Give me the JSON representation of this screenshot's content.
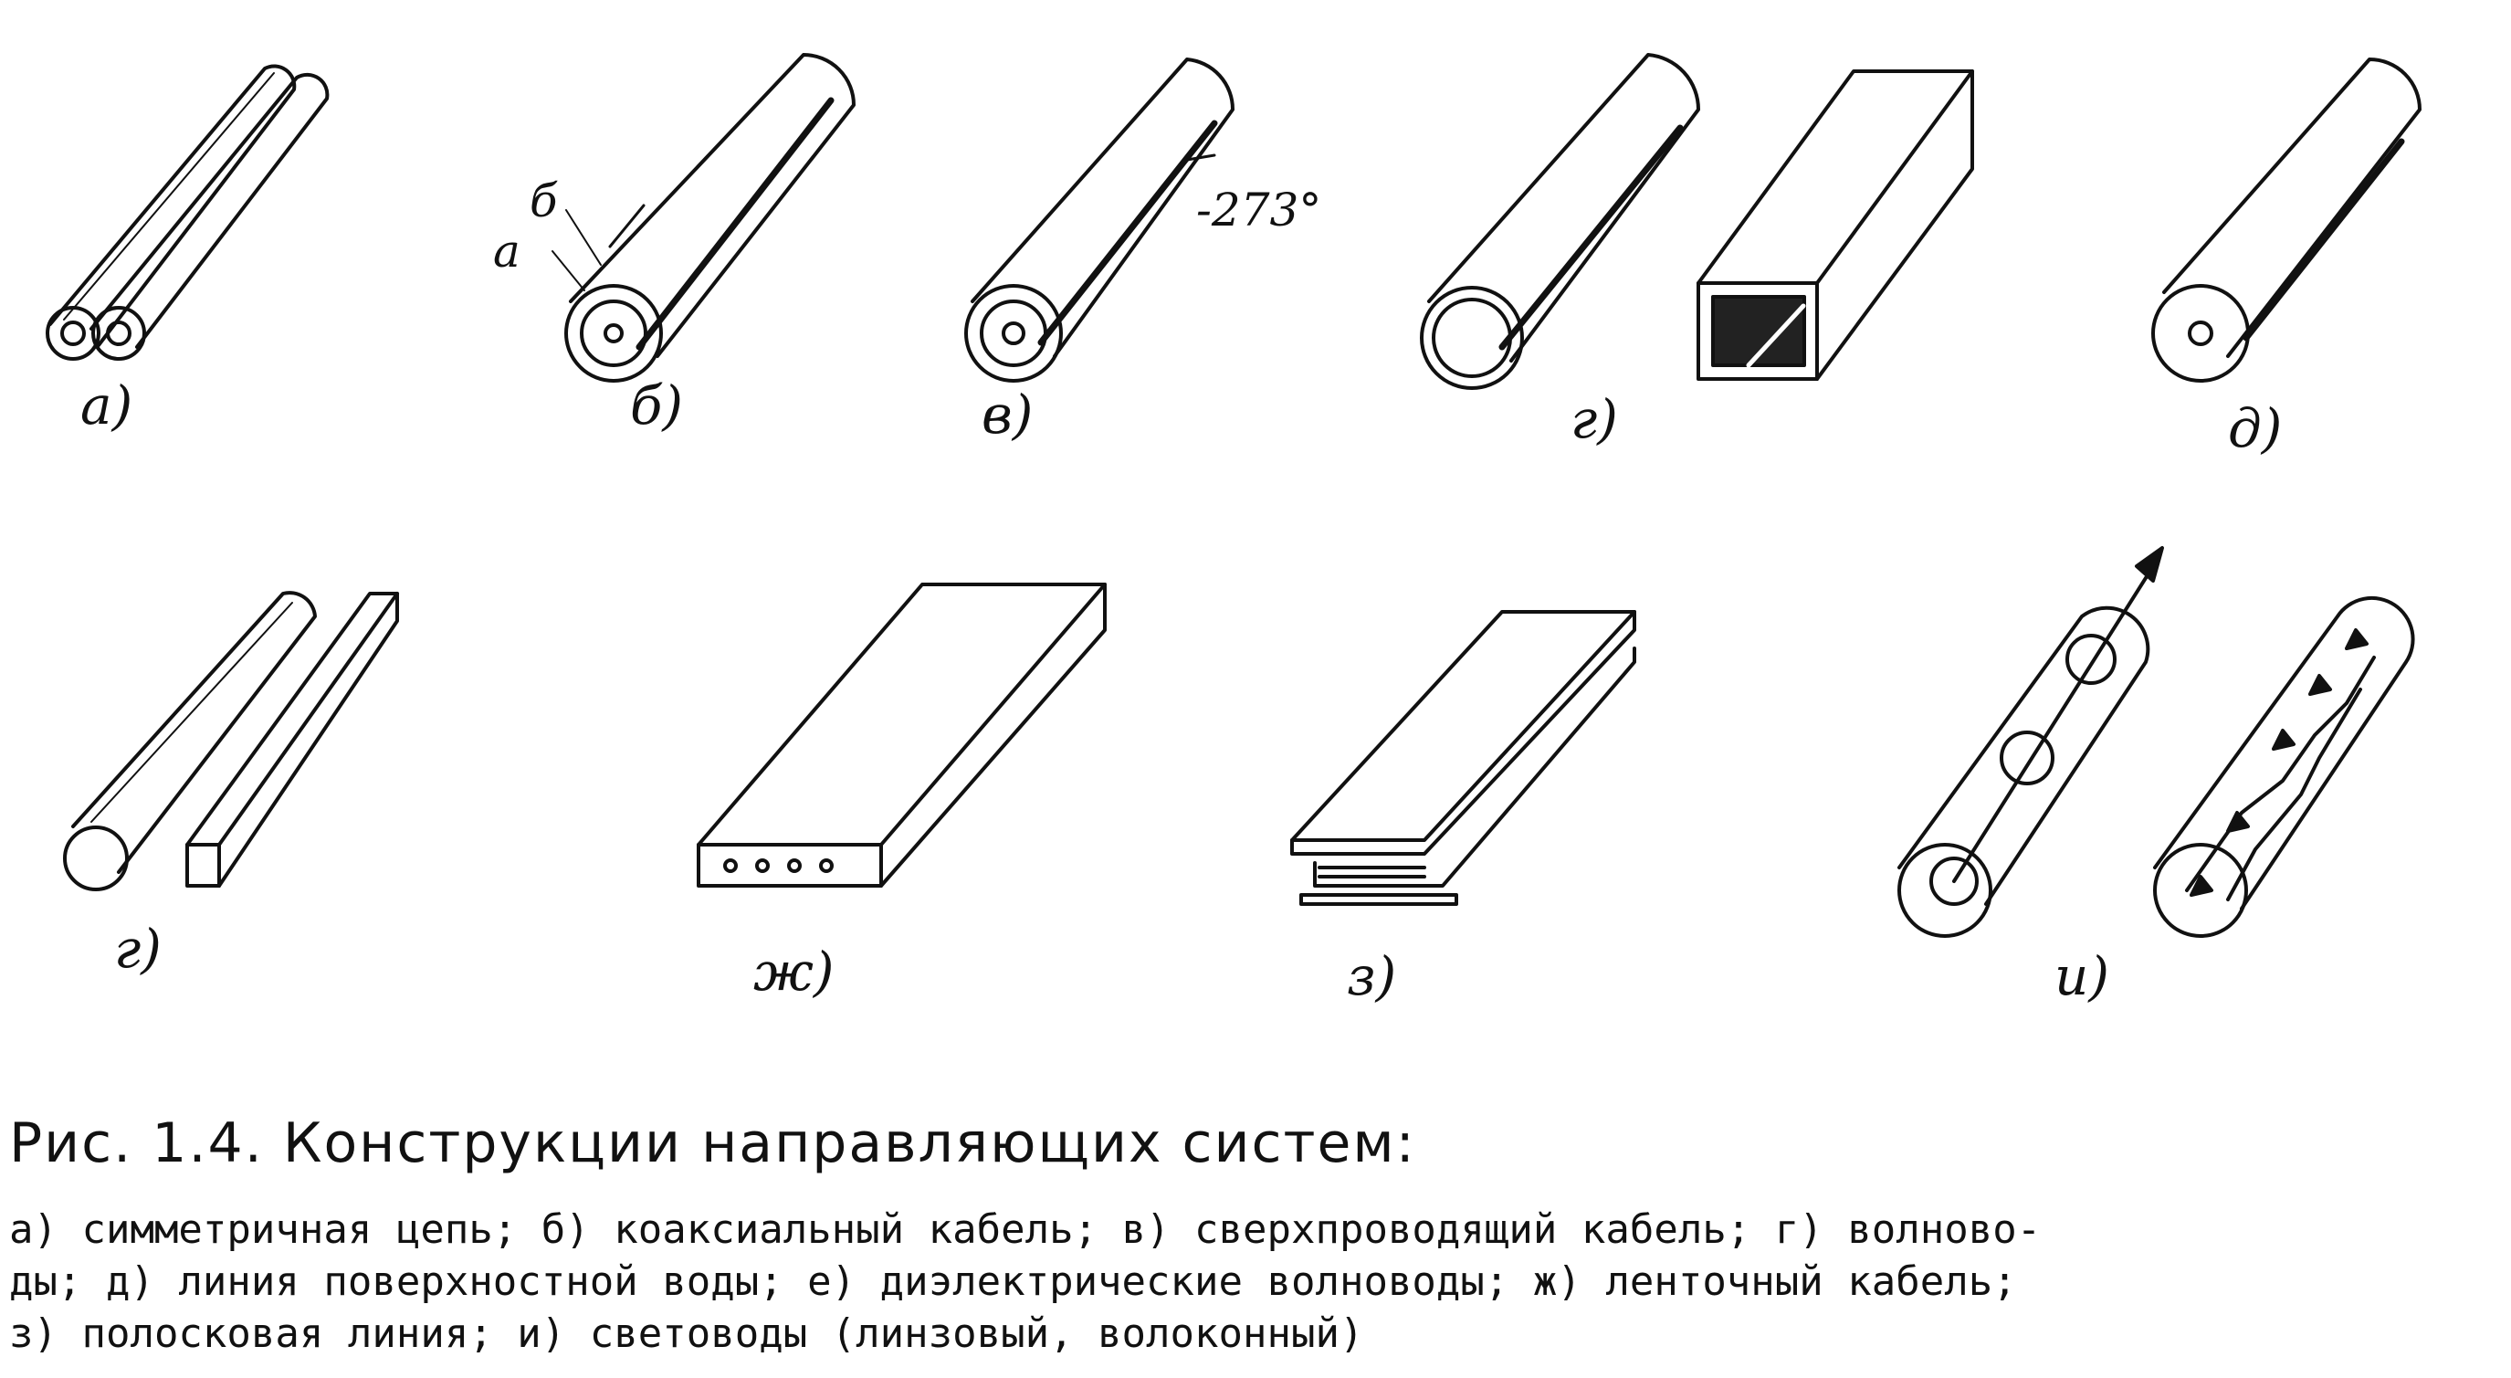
{
  "labels": {
    "a": "а)",
    "b": "б)",
    "v": "в)",
    "g1": "г)",
    "d": "д)",
    "e": "г)",
    "zh": "ж)",
    "z": "з)",
    "i": "и)"
  },
  "callouts": {
    "b_top": "б",
    "b_inner": "а",
    "temperature": "-273°"
  },
  "caption": {
    "title": "Рис. 1.4. Конструкции направляющих систем:",
    "lines": [
      "а) симметричная цепь; б)  коаксиальный кабель; в) сверхпроводящий кабель;  г) волново-",
      "ды; д) линия поверхностной воды; е) диэлектрические волноводы;  ж) ленточный кабель;",
      "з) полосковая линия; и) световоды (линзовый, волоконный)"
    ]
  }
}
